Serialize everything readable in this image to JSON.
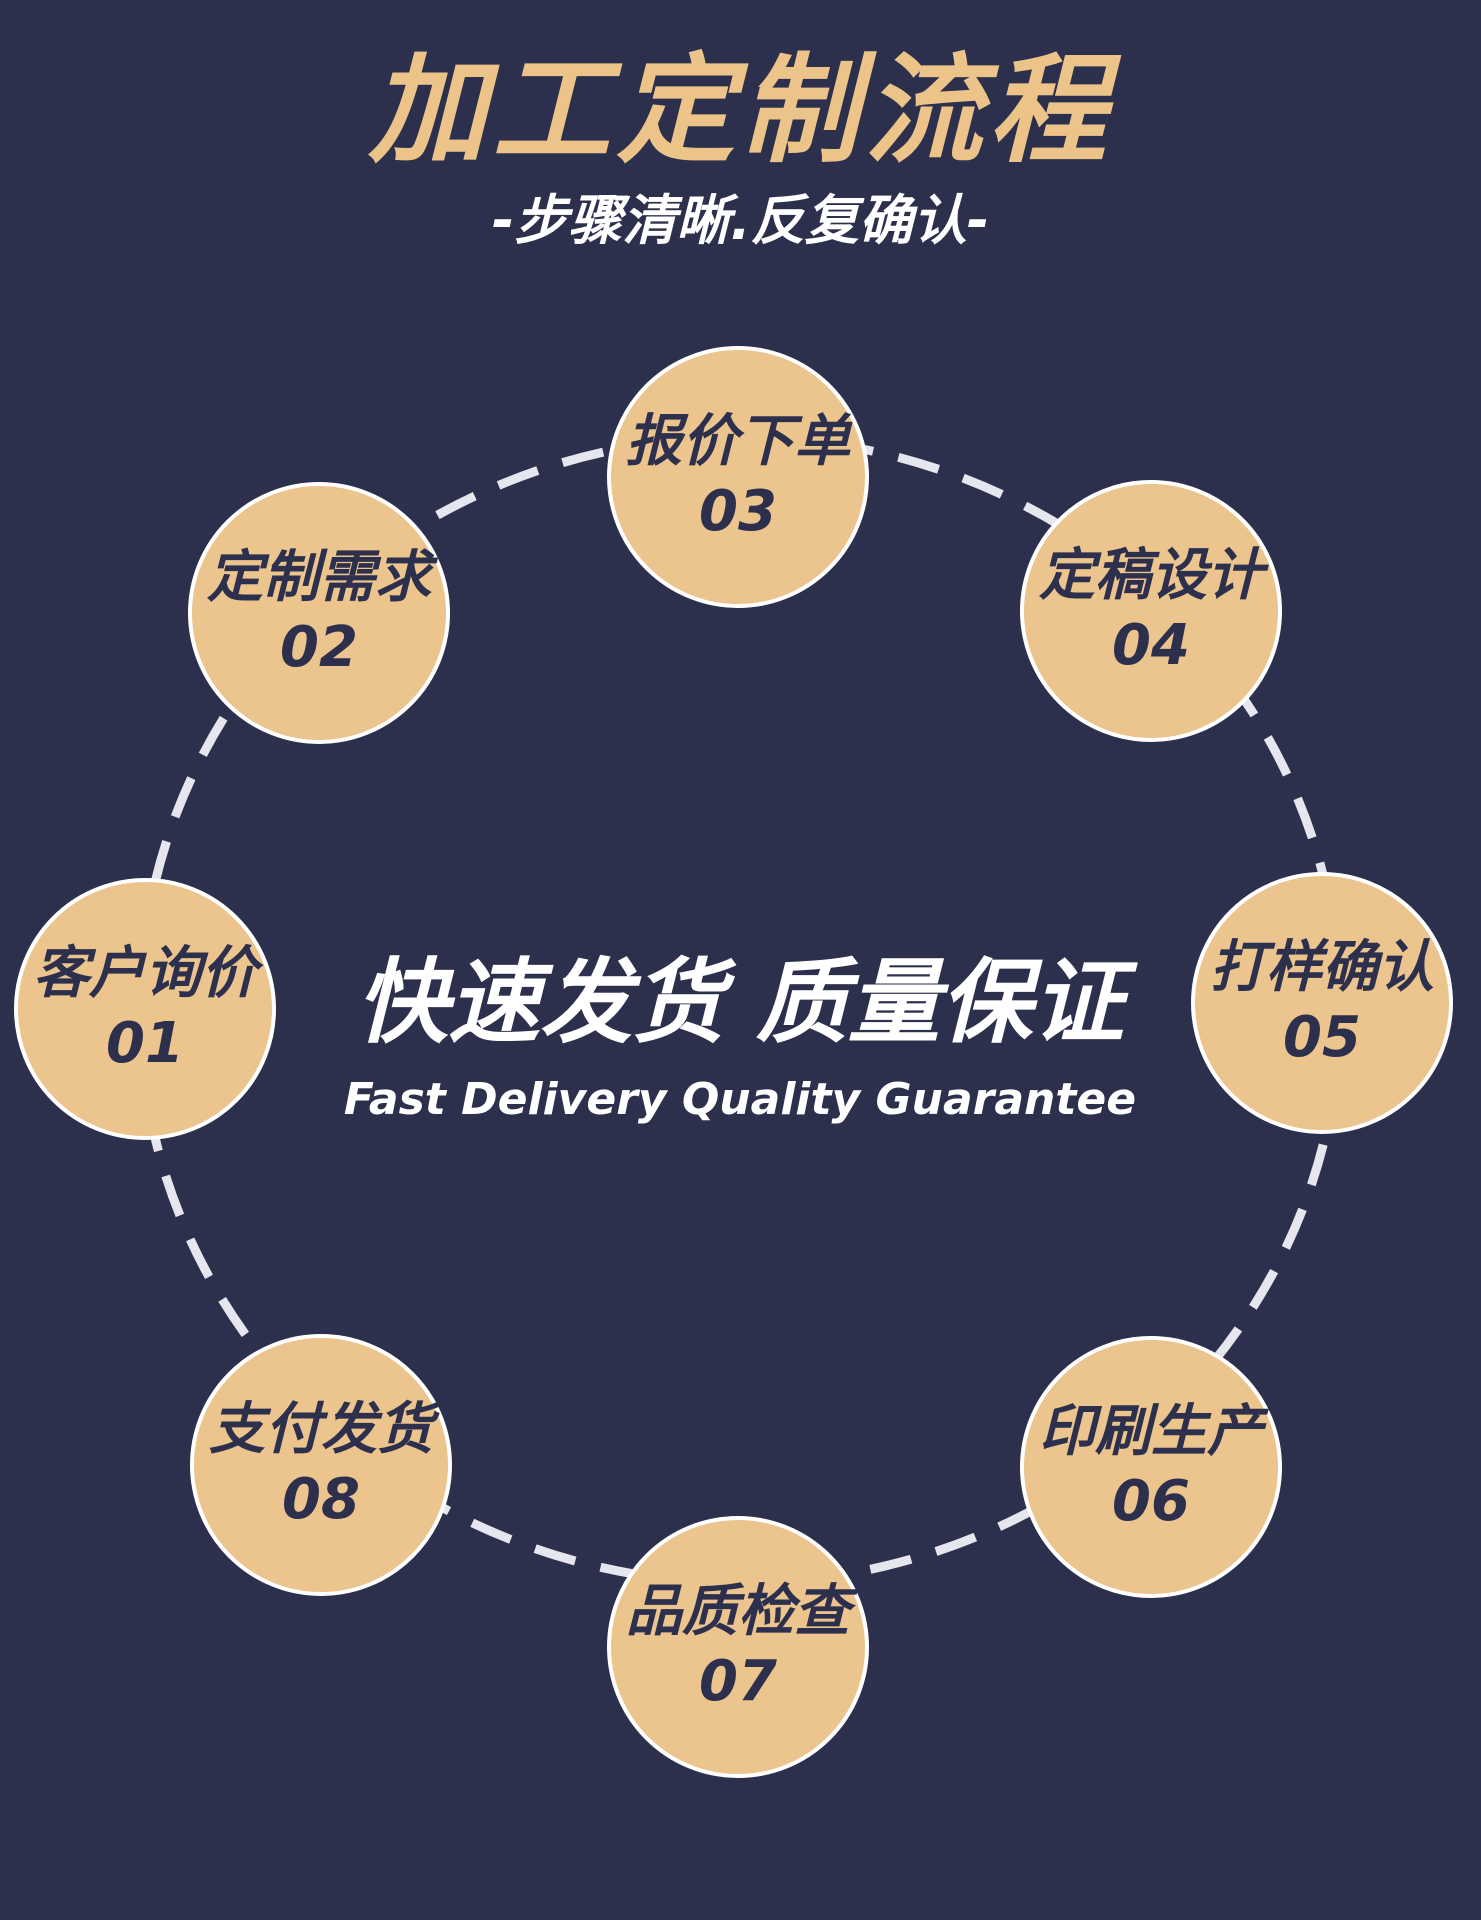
{
  "header": {
    "title": "加工定制流程",
    "subtitle": "-步骤清晰.反复确认-"
  },
  "center": {
    "title": "快速发货 质量保证",
    "subtitle": "Fast Delivery Quality Guarantee"
  },
  "steps": [
    {
      "label": "客户询价",
      "num": "01"
    },
    {
      "label": "定制需求",
      "num": "02"
    },
    {
      "label": "报价下单",
      "num": "03"
    },
    {
      "label": "定稿设计",
      "num": "04"
    },
    {
      "label": "打样确认",
      "num": "05"
    },
    {
      "label": "印刷生产",
      "num": "06"
    },
    {
      "label": "品质检查",
      "num": "07"
    },
    {
      "label": "支付发货",
      "num": "08"
    }
  ],
  "colors": {
    "background": "#2d304d",
    "accent": "#ecc48d",
    "text_light": "#ffffff",
    "ring": "#e6e6ee"
  }
}
